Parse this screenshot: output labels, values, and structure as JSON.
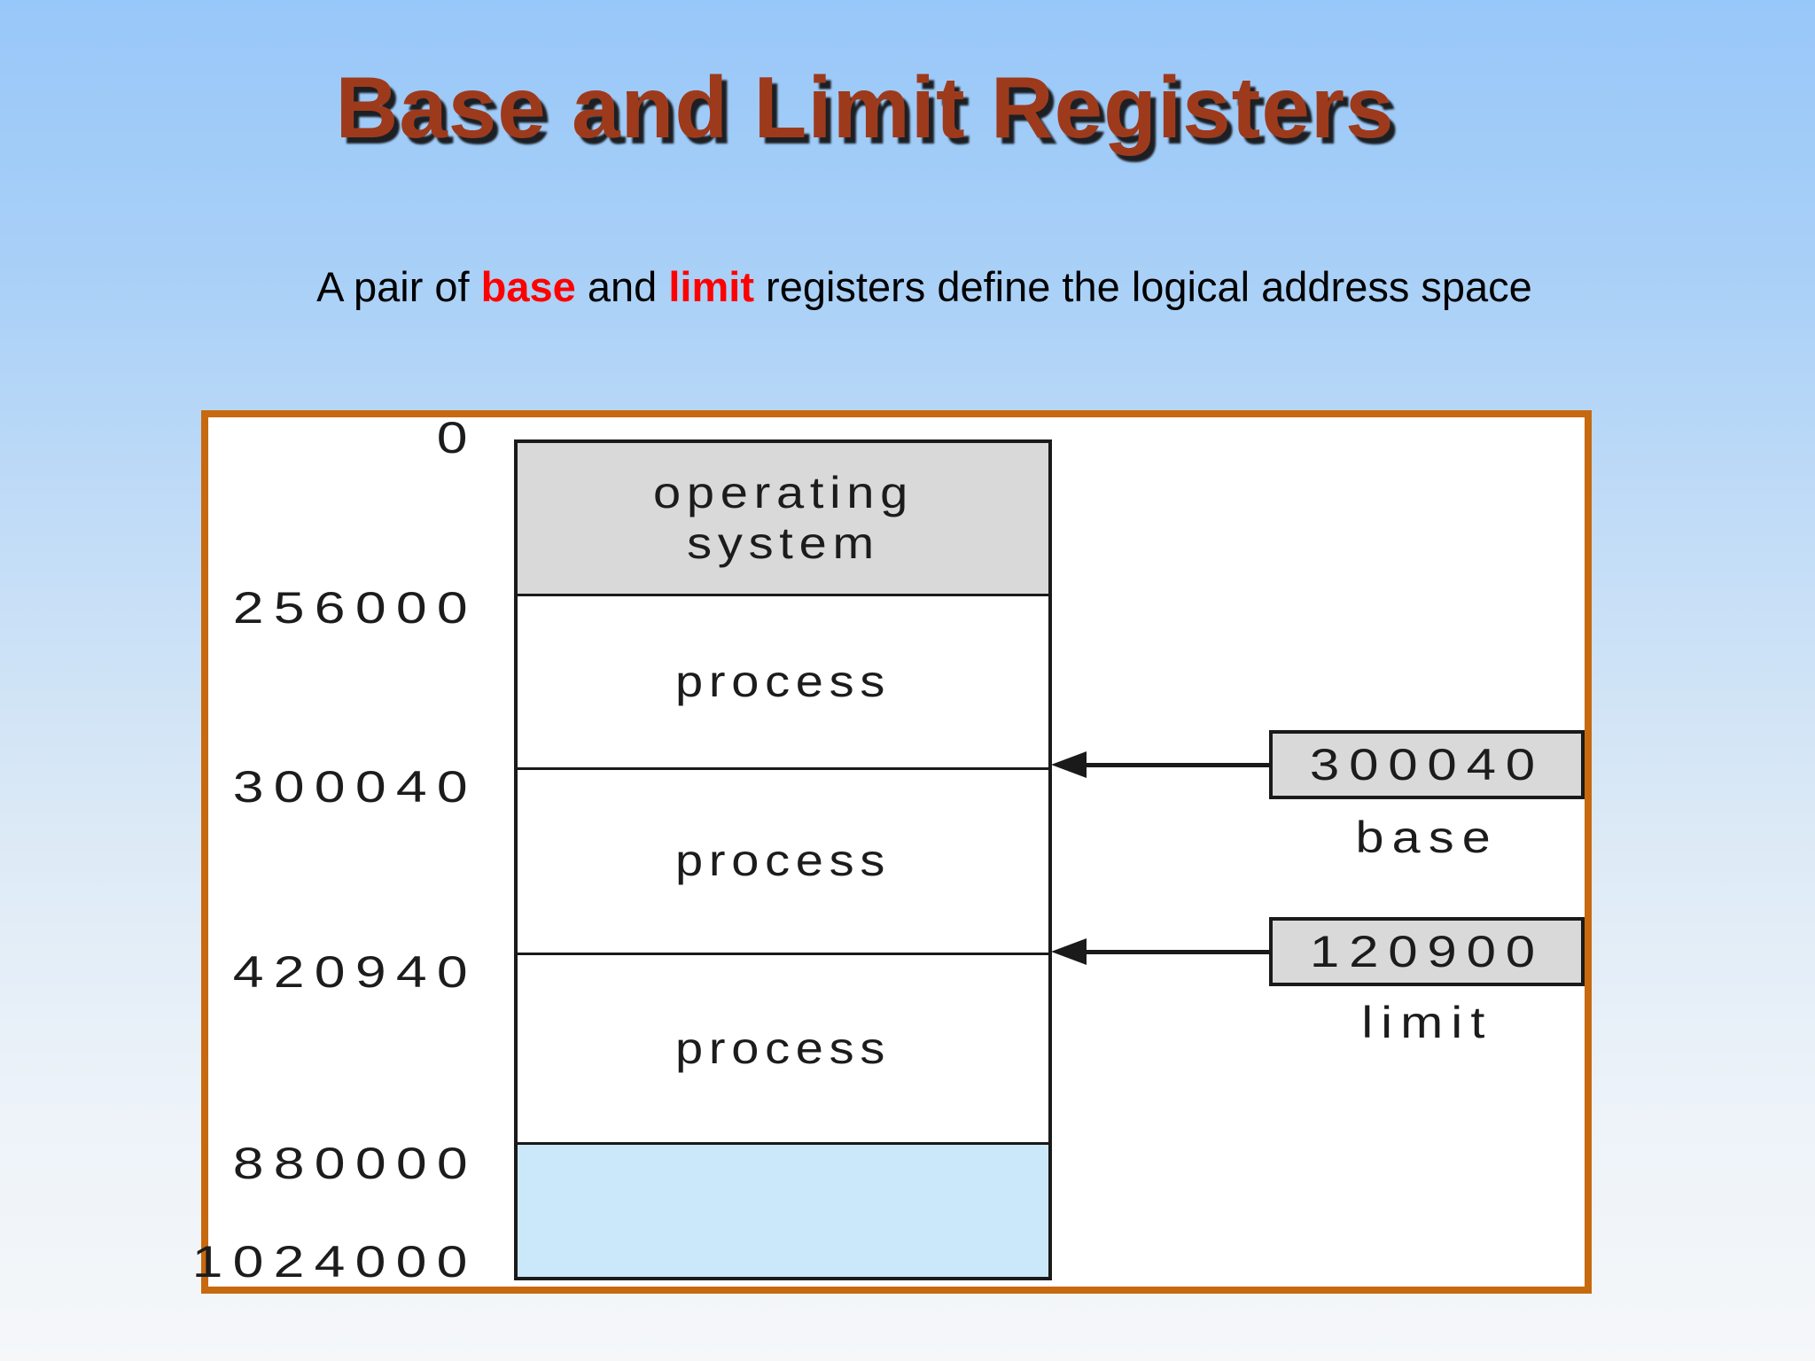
{
  "slide": {
    "title": "Base and Limit Registers",
    "subtitle": {
      "parts": [
        {
          "text": "A pair of ",
          "emphasis": false
        },
        {
          "text": "base",
          "emphasis": true
        },
        {
          "text": " and ",
          "emphasis": false
        },
        {
          "text": "limit",
          "emphasis": true
        },
        {
          "text": " registers define the logical address space",
          "emphasis": false
        }
      ]
    }
  },
  "diagram": {
    "address_labels": [
      "0",
      "256000",
      "300040",
      "420940",
      "880000",
      "1024000"
    ],
    "memory_blocks": [
      {
        "label": "operating system",
        "type": "os"
      },
      {
        "label": "process",
        "type": "process"
      },
      {
        "label": "process",
        "type": "process"
      },
      {
        "label": "process",
        "type": "process"
      },
      {
        "label": "",
        "type": "free"
      }
    ],
    "registers": [
      {
        "value": "300040",
        "label": "base",
        "points_to_address": "300040"
      },
      {
        "value": "120900",
        "label": "limit",
        "points_to_address": "420940"
      }
    ]
  },
  "colors": {
    "background_top": "#98C7F9",
    "background_bottom": "#F5F7F9",
    "title_brown": "#9E3A1C",
    "title_shadow": "#1A1A1A",
    "emphasis_red": "#FF0000",
    "panel_border_orange": "#C7690F",
    "panel_background": "#FFFFFF",
    "os_block_gray": "#D9D9D9",
    "register_gray": "#D9D9D9",
    "free_block_blue": "#CBE7FA",
    "diagram_line_black": "#1A1A1A"
  }
}
